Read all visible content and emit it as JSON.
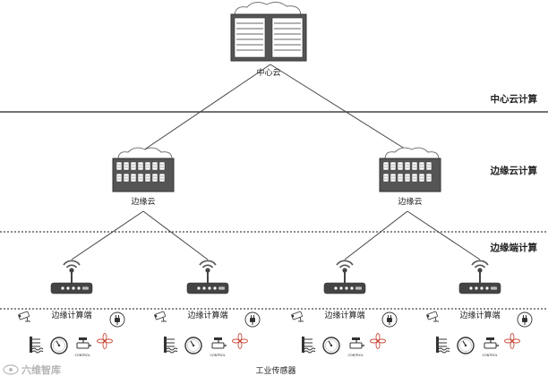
{
  "tiers": {
    "center_cloud_computing": "中心云计算",
    "edge_cloud_computing": "边缘云计算",
    "edge_device_computing": "边缘端计算"
  },
  "nodes": {
    "center_cloud": "中心云",
    "edge_cloud_left": "边缘云",
    "edge_cloud_right": "边缘云",
    "edge_terminals": [
      "边缘计算端",
      "边缘计算端",
      "边缘计算端",
      "边缘计算端"
    ]
  },
  "sensor_icon_text": "CONTROL",
  "footer": "工业传感器",
  "watermark": {
    "logo_text": "六维智库",
    "logo_icon": "weibo-style-eye-icon"
  },
  "icons": {
    "server_rack": "server-rack-icon",
    "router": "wireless-router-icon",
    "camera": "security-camera-icon",
    "plug": "power-plug-icon",
    "water_tank": "water-level-icon",
    "gauge": "gauge-icon",
    "valve": "control-valve-icon",
    "fan": "fan-icon"
  }
}
